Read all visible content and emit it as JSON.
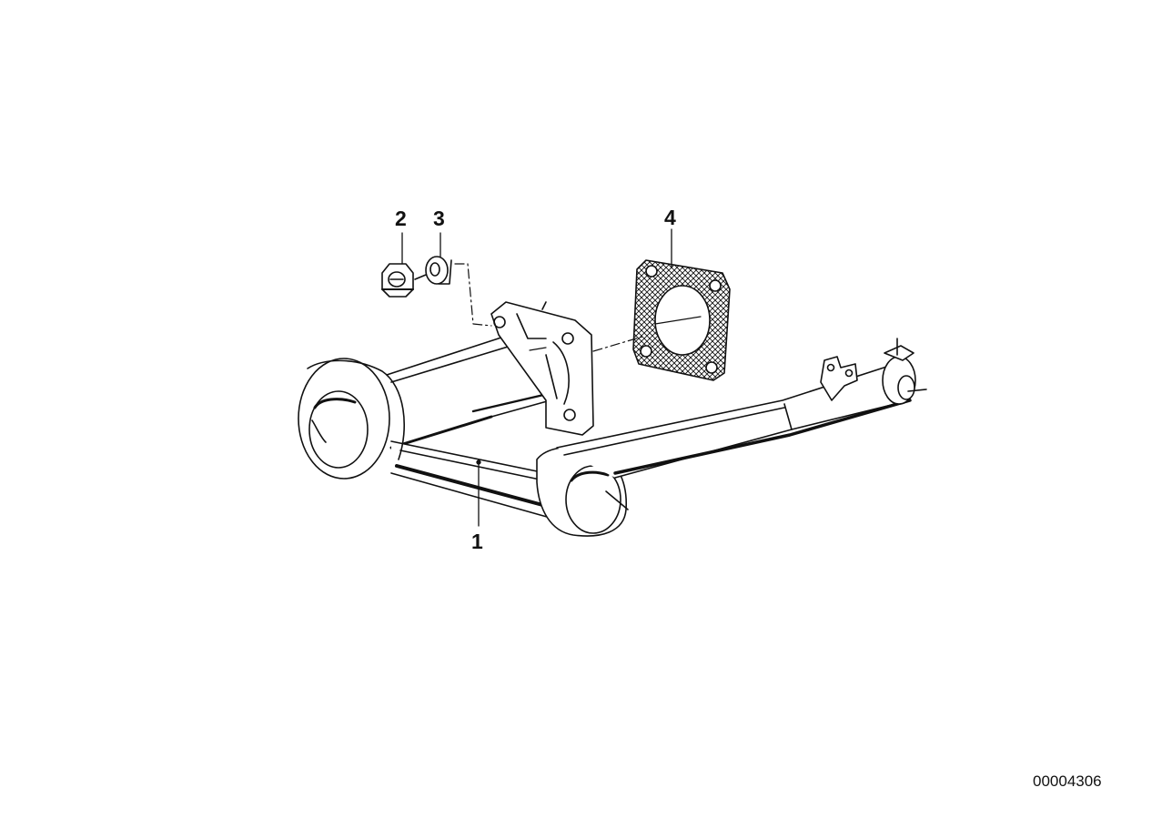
{
  "diagram": {
    "callouts": {
      "part_1": "1",
      "part_2": "2",
      "part_3": "3",
      "part_4": "4"
    },
    "document_id": "00004306"
  },
  "colors": {
    "ink": "#111111",
    "paper": "#ffffff"
  }
}
